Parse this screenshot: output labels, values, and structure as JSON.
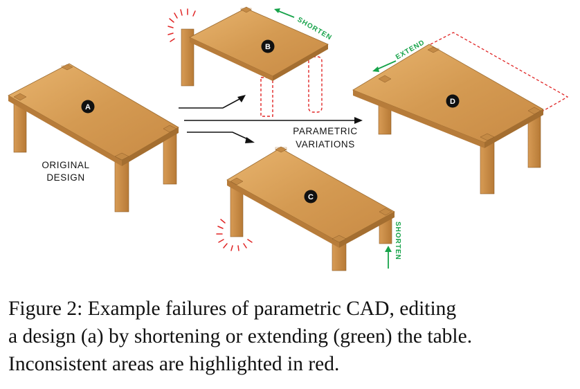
{
  "figure": {
    "labels": {
      "original": [
        "ORIGINAL",
        "DESIGN"
      ],
      "parametric": [
        "PARAMETRIC",
        "VARIATIONS"
      ]
    },
    "badges": {
      "a": "A",
      "b": "B",
      "c": "C",
      "d": "D"
    },
    "annotations": {
      "shorten_b": "SHORTEN",
      "shorten_c": "SHORTEN",
      "extend_d": "EXTEND"
    },
    "colors": {
      "wood": "#d9a05a",
      "inconsistent": "#e02424",
      "edit": "#17a34a"
    }
  },
  "caption": {
    "lines": [
      "Figure 2: Example failures of parametric CAD, editing",
      "a design (a) by shortening or extending (green) the table.",
      "Inconsistent areas are highlighted in red."
    ]
  }
}
